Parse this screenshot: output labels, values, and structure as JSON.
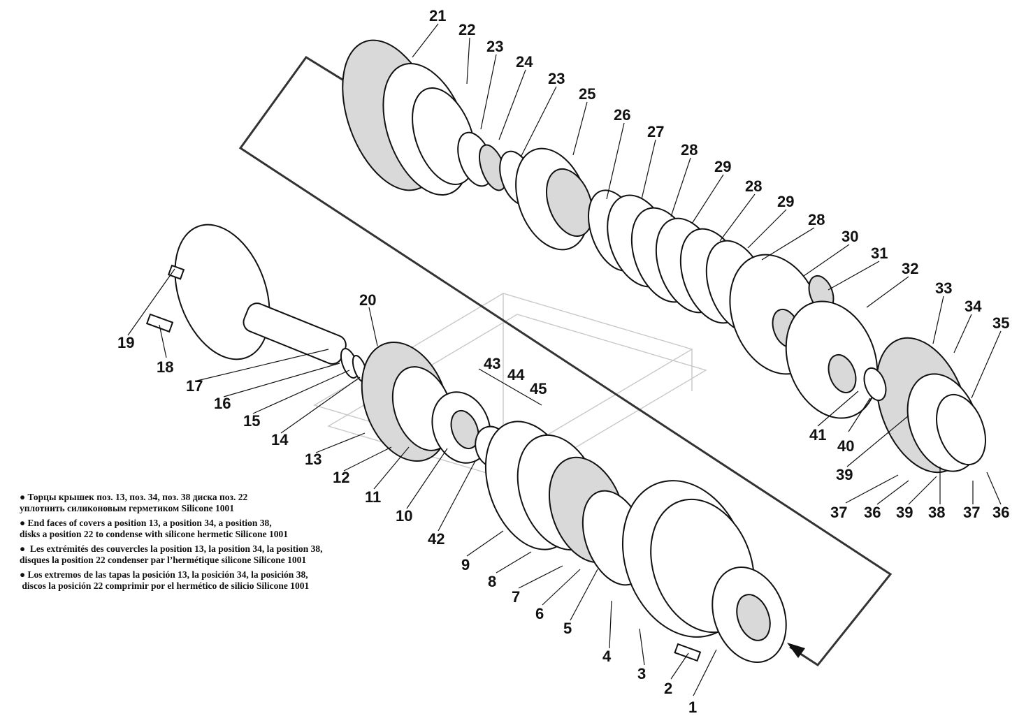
{
  "callouts": [
    "1",
    "2",
    "3",
    "4",
    "5",
    "6",
    "7",
    "8",
    "9",
    "10",
    "11",
    "12",
    "13",
    "14",
    "15",
    "16",
    "17",
    "18",
    "19",
    "20",
    "21",
    "22",
    "23",
    "23",
    "24",
    "25",
    "26",
    "27",
    "28",
    "28",
    "28",
    "29",
    "29",
    "30",
    "31",
    "32",
    "33",
    "34",
    "35",
    "36",
    "36",
    "37",
    "37",
    "38",
    "39",
    "39",
    "40",
    "41",
    "42",
    "43",
    "44",
    "45"
  ],
  "notes": [
    {
      "line1": "● Торцы крышек поз. 13, поз. 34, поз. 38 диска поз. 22",
      "line2": "уплотнить силиконовым герметиком Silicone 1001"
    },
    {
      "line1": "● End faces of covers a position 13, a position 34, a position 38,",
      "line2": "disks a position 22 to condense with silicone hermetic Silicone 1001"
    },
    {
      "line1": "●  Les extrémités des couvercles la position 13, la position 34, la position 38,",
      "line2": "disques la position 22 condenser par l’hermétique silicone Silicone 1001"
    },
    {
      "line1": "● Los extremos de las tapas la posición 13, la posición 34, la posición 38,",
      "line2": " discos la posición 22 comprimir por el hermético de silicio Silicone 1001"
    }
  ]
}
